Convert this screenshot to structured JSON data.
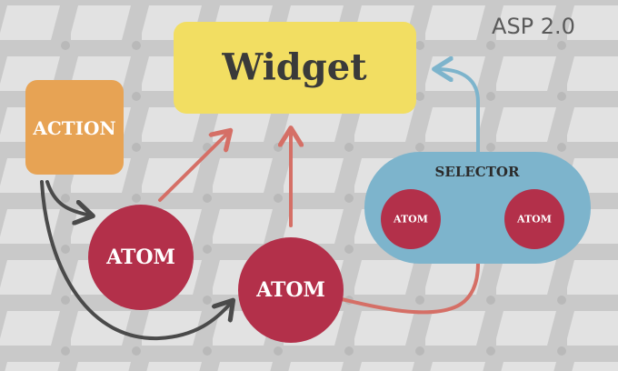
{
  "brand": {
    "label": "ASP 2.0"
  },
  "nodes": {
    "widget": {
      "label": "Widget"
    },
    "action": {
      "label": "ACTION"
    },
    "atom_left": {
      "label": "ATOM"
    },
    "atom_center": {
      "label": "ATOM"
    },
    "selector": {
      "label": "SELECTOR",
      "atom_a": {
        "label": "ATOM"
      },
      "atom_b": {
        "label": "ATOM"
      }
    }
  },
  "colors": {
    "background": "#c9c9c9",
    "pattern": "#e4e4e4",
    "widget": "#f2de62",
    "action": "#e7a354",
    "atom": "#b3304a",
    "selector": "#7db4cc",
    "arrow_red": "#d56f66",
    "arrow_blue": "#7db4cc",
    "arrow_dark": "#4a4a4a"
  }
}
